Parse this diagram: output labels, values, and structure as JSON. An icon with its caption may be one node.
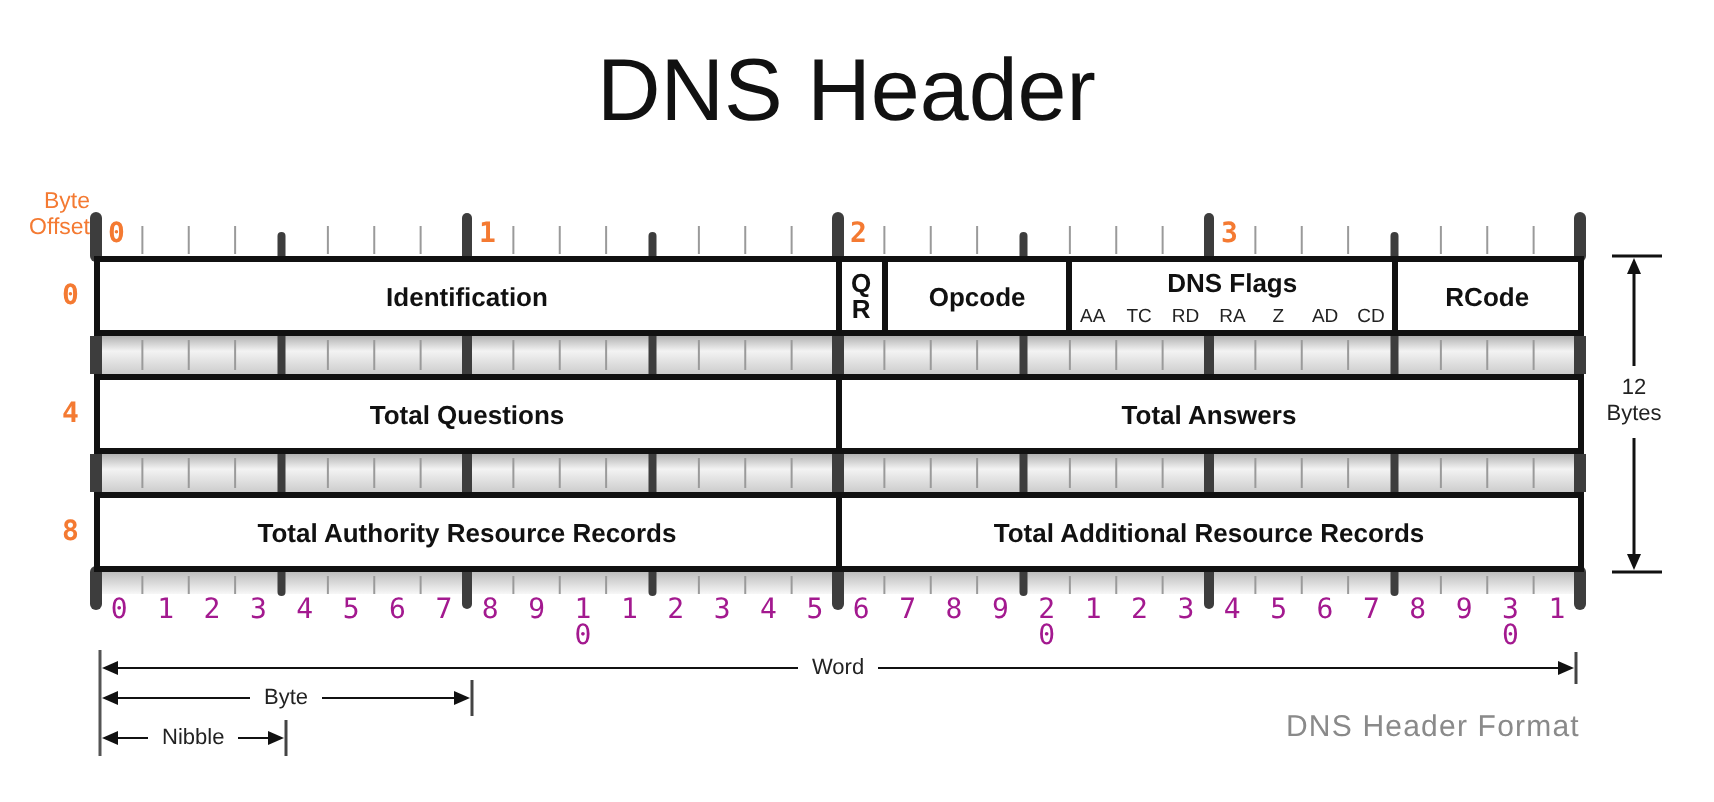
{
  "diagram": {
    "title": "DNS Header",
    "caption": "DNS Header Format",
    "nodes": [
      {
        "text": [
          "Identification"
        ]
      },
      {
        "text": [
          "QR"
        ]
      },
      {
        "text": [
          "Opcode"
        ]
      },
      {
        "text": [
          "DNS Flags",
          "AA",
          "TC",
          "RD",
          "RA",
          "Z",
          "AD",
          "CD"
        ]
      },
      {
        "text": [
          "RCode"
        ]
      },
      {
        "text": [
          "Total Questions"
        ]
      },
      {
        "text": [
          "Total Answers"
        ]
      },
      {
        "text": [
          "Total Authority Resource Records"
        ]
      },
      {
        "text": [
          "Total Additional Resource Records"
        ]
      }
    ],
    "labels": [
      "Byte Offset",
      "0",
      "1",
      "2",
      "3",
      "0",
      "4",
      "8",
      "12 Bytes",
      "0",
      "1",
      "2",
      "3",
      "4",
      "5",
      "6",
      "7",
      "8",
      "9",
      "10",
      "1",
      "2",
      "3",
      "4",
      "5",
      "6",
      "7",
      "8",
      "9",
      "20",
      "1",
      "2",
      "3",
      "4",
      "5",
      "6",
      "7",
      "8",
      "9",
      "30",
      "1",
      "Word",
      "Byte",
      "Nibble"
    ]
  }
}
